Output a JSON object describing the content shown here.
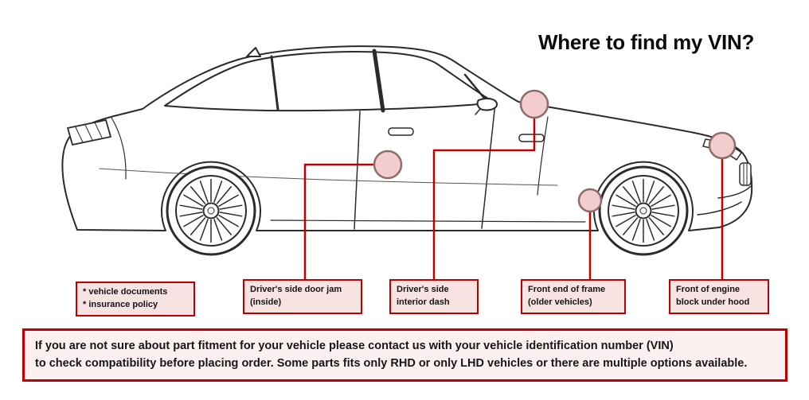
{
  "title": "Where to find my VIN?",
  "diagram": {
    "illustration": "sedan-side-view-line-art",
    "markers": [
      {
        "name": "door-jam-marker"
      },
      {
        "name": "interior-dash-marker"
      },
      {
        "name": "frame-front-marker"
      },
      {
        "name": "engine-block-marker"
      }
    ]
  },
  "callouts": [
    {
      "lines": [
        "* vehicle documents",
        "* insurance policy"
      ]
    },
    {
      "lines": [
        "Driver's side door jam",
        "(inside)"
      ]
    },
    {
      "lines": [
        "Driver's side",
        "interior dash"
      ]
    },
    {
      "lines": [
        "Front end of frame",
        "(older vehicles)"
      ]
    },
    {
      "lines": [
        "Front of engine",
        "block under hood"
      ]
    }
  ],
  "footer": {
    "lines": [
      "If you are not sure about part fitment for your vehicle please contact us with your vehicle identification number (VIN)",
      "to check compatibility before placing order. Some parts fits only RHD or only LHD vehicles or there are multiple options available."
    ]
  },
  "colors": {
    "connector_red": "#c00000",
    "marker_fill": "#f3cdcd",
    "marker_stroke": "#8f6b6b",
    "callout_bg": "#f8e3e3",
    "callout_border": "#c00000",
    "footer_bg": "#fdf0f0",
    "car_line": "#2b2b2b",
    "text": "#141414"
  }
}
